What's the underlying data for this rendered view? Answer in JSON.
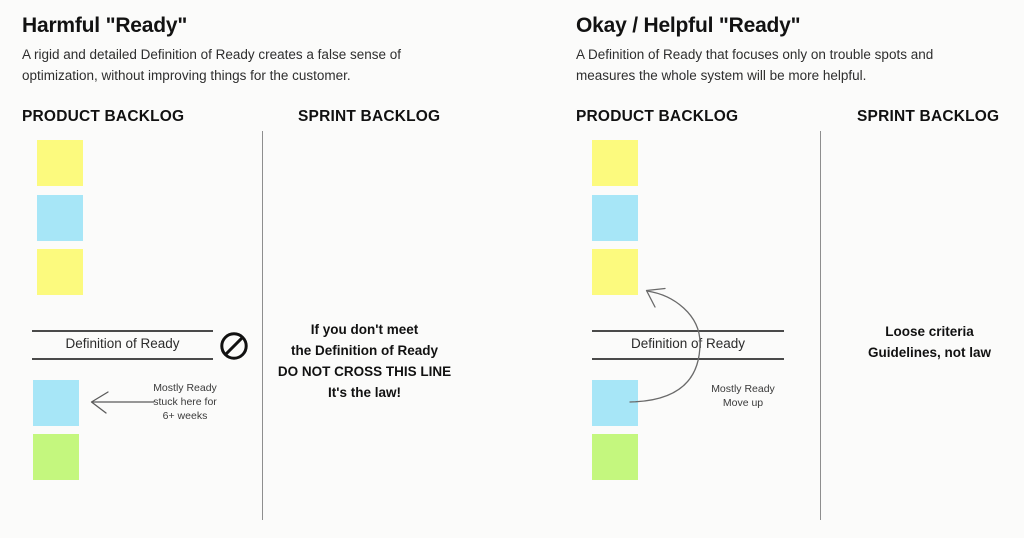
{
  "meta": {
    "background": "#fbfbfa",
    "note_yellow": "#fcfa7e",
    "note_blue": "#a7e6f7",
    "note_green": "#c4f77e",
    "divider_color": "#8e8e8e",
    "text_color": "#1a1a1a"
  },
  "panels": [
    {
      "id": "harmful",
      "title": "Harmful \"Ready\"",
      "subtitle": "A rigid and detailed Definition of Ready creates a false sense of optimization, without improving things for the customer.",
      "product_backlog_header": "PRODUCT BACKLOG",
      "sprint_backlog_header": "SPRINT BACKLOG",
      "dor_label": "Definition of Ready",
      "icon": "prohibition-icon",
      "notes_above": [
        "yellow",
        "blue",
        "yellow"
      ],
      "notes_below": [
        "blue",
        "green"
      ],
      "annotation": "Mostly Ready\nstuck here for\n6+ weeks",
      "sprint_message": "If you don't meet\nthe Definition of Ready\nDO NOT CROSS THIS LINE\nIt's the law!"
    },
    {
      "id": "helpful",
      "title": "Okay / Helpful \"Ready\"",
      "subtitle": "A Definition of Ready that focuses only on trouble spots and measures the whole system will be more helpful.",
      "product_backlog_header": "PRODUCT BACKLOG",
      "sprint_backlog_header": "SPRINT BACKLOG",
      "dor_label": "Definition of Ready",
      "icon": "question-mark-icon",
      "notes_above": [
        "yellow",
        "blue",
        "yellow"
      ],
      "notes_below": [
        "blue",
        "green"
      ],
      "annotation": "Mostly Ready\nMove up",
      "sprint_message": "Loose criteria\nGuidelines, not law"
    }
  ]
}
